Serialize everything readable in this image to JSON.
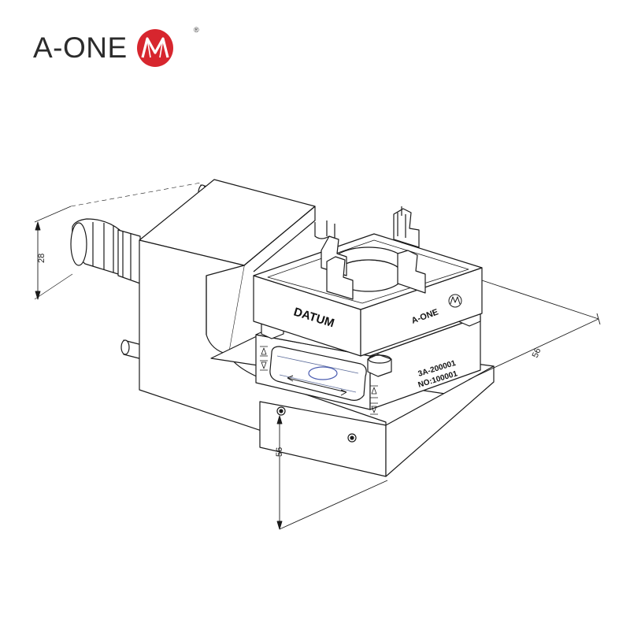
{
  "brand": {
    "name": "A-ONE",
    "registered_mark": "®",
    "logo_color": "#d7262e"
  },
  "drawing": {
    "datum_label": "DATUM",
    "face_logo_text": "A-ONE",
    "part_number": "3A-200001",
    "serial_number": "NO:100001"
  },
  "dimensions": {
    "left_height": "28",
    "right_depth": "56",
    "front_height": "56"
  }
}
